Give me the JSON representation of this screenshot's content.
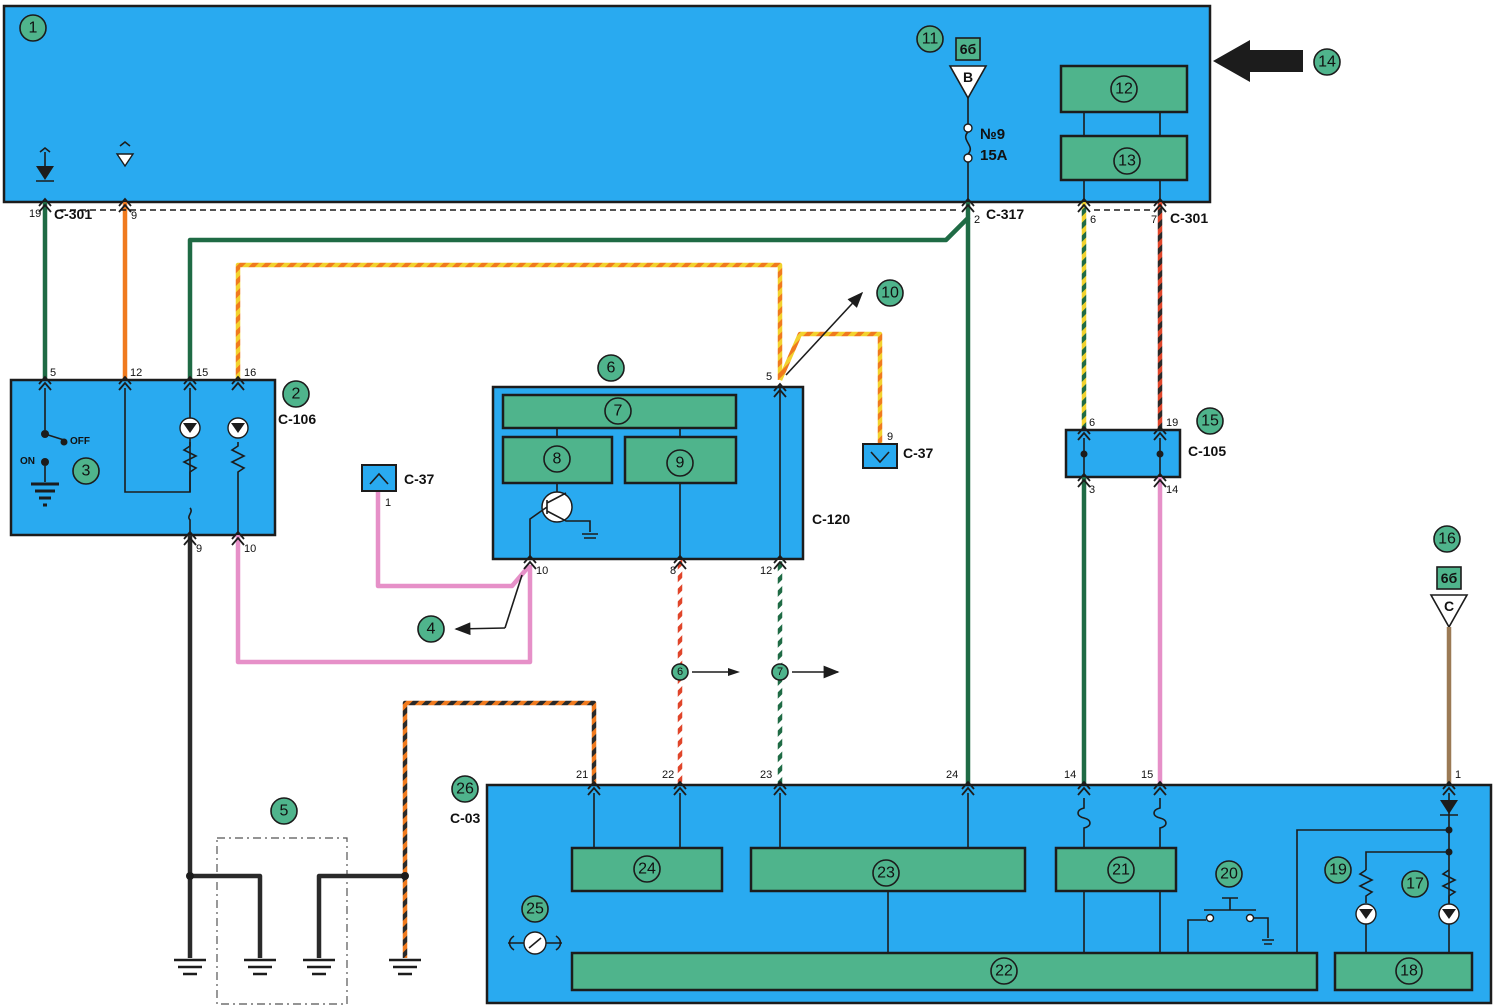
{
  "diagram": {
    "callouts": [
      "1",
      "2",
      "3",
      "4",
      "5",
      "6",
      "7",
      "8",
      "9",
      "10",
      "11",
      "12",
      "13",
      "14",
      "15",
      "16",
      "17",
      "18",
      "19",
      "20",
      "21",
      "22",
      "23",
      "24",
      "25",
      "26"
    ],
    "connectors": {
      "c301_left": "C-301",
      "c317": "C-317",
      "c301_right": "C-301",
      "c106": "C-106",
      "c37_left": "C-37",
      "c37_right": "C-37",
      "c120": "C-120",
      "c105": "C-105",
      "c03": "C-03"
    },
    "fuse": {
      "number": "№9",
      "rating": "15A"
    },
    "power_tags": [
      {
        "source": "6б",
        "letter": "B"
      },
      {
        "source": "6б",
        "letter": "C"
      }
    ],
    "switch": {
      "on": "ON",
      "off": "OFF"
    },
    "pins": {
      "p19": "19",
      "p9a": "9",
      "p2": "2",
      "p6a": "6",
      "p7a": "7",
      "p5a": "5",
      "p12a": "12",
      "p15a": "15",
      "p16": "16",
      "p9b": "9",
      "p10a": "10",
      "p1a": "1",
      "p9c": "9",
      "p5b": "5",
      "p10b": "10",
      "p8": "8",
      "p12b": "12",
      "p6b": "6",
      "p19b": "19",
      "p3": "3",
      "p14a": "14",
      "p21": "21",
      "p22": "22",
      "p23": "23",
      "p24": "24",
      "p14b": "14",
      "p15b": "15",
      "p1b": "1"
    }
  }
}
